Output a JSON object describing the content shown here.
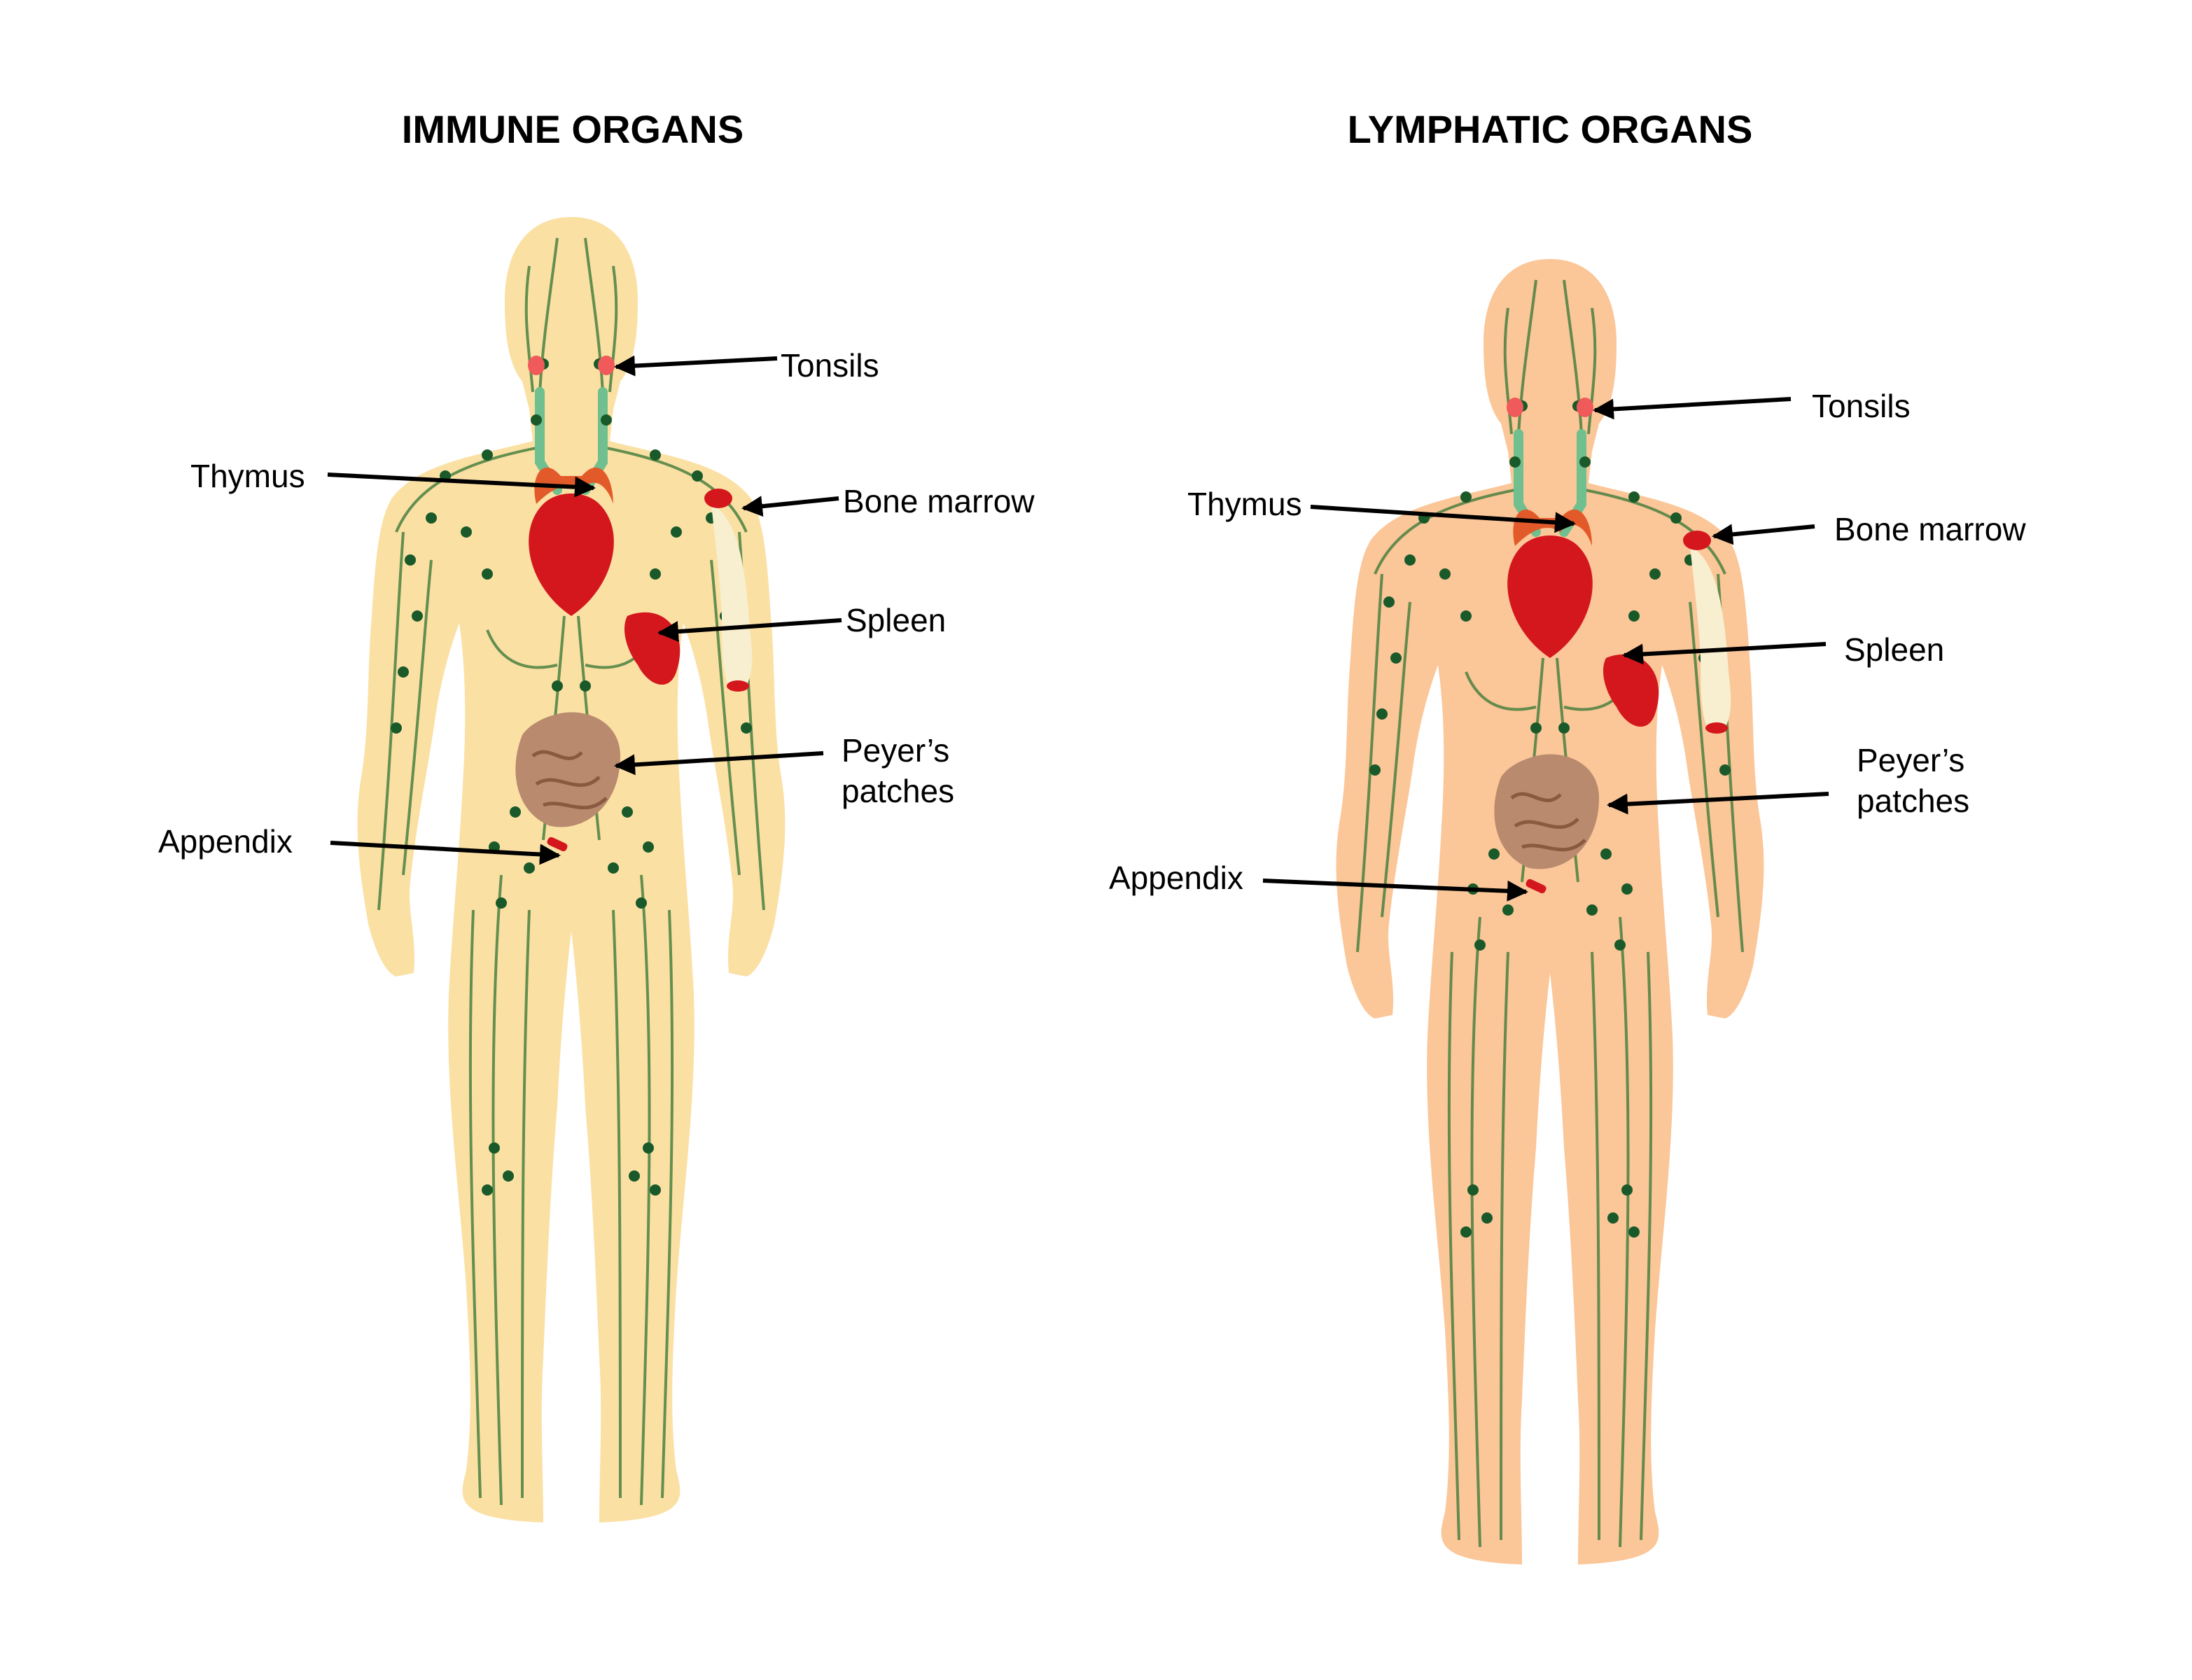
{
  "panels": [
    {
      "title": "IMMUNE ORGANS",
      "skin": "#fbe0a4",
      "labels": {
        "tonsils": "Tonsils",
        "thymus": "Thymus",
        "bone_marrow": "Bone marrow",
        "spleen": "Spleen",
        "peyers_line1": "Peyer’s",
        "peyers_line2": "patches",
        "appendix": "Appendix"
      }
    },
    {
      "title": "LYMPHATIC ORGANS",
      "skin": "#fbc698",
      "labels": {
        "tonsils": "Tonsils",
        "thymus": "Thymus",
        "bone_marrow": "Bone marrow",
        "spleen": "Spleen",
        "peyers_line1": "Peyer’s",
        "peyers_line2": "patches",
        "appendix": "Appendix"
      }
    }
  ],
  "colors": {
    "organ_red": "#d3171d",
    "tonsil_pink": "#f05a5a",
    "lymph_vessel": "#3f7a3a",
    "lymph_node": "#1a5a2a",
    "duct_teal": "#6fbf8f",
    "intestine": "#b98a6e",
    "bone": "#f7efcf"
  },
  "icons": [
    "human-body-icon",
    "arrow-icon"
  ]
}
